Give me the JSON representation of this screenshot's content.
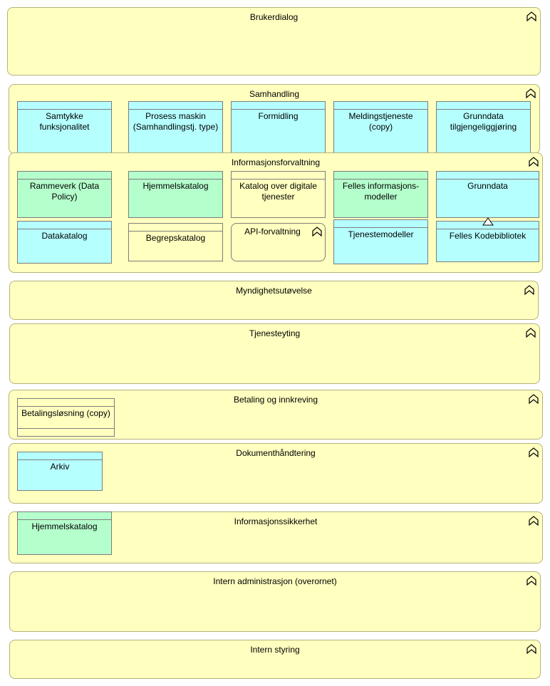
{
  "groups": [
    {
      "title": "Brukerdialog"
    },
    {
      "title": "Samhandling"
    },
    {
      "title": "Informasjonsforvaltning"
    },
    {
      "title": "Myndighetsutøvelse"
    },
    {
      "title": "Tjenesteyting"
    },
    {
      "title": "Betaling og innkreving"
    },
    {
      "title": "Dokumenthåndtering"
    },
    {
      "title": "Informasjonssikkerhet"
    },
    {
      "title": "Intern administrasjon (overornet)"
    },
    {
      "title": "Intern styring"
    }
  ],
  "samhandling": {
    "samtykke": "Samtykke funksjonalitet",
    "prosess": "Prosess maskin (Samhandlingstj. type)",
    "formidling": "Formidling",
    "melding": "Meldingstjeneste (copy)",
    "grunndata_tilgj": "Grunndata tilgjengeliggjøring"
  },
  "informasjonsforvaltning": {
    "rammeverk": "Rammeverk (Data Policy)",
    "hjemmelskatalog": "Hjemmelskatalog",
    "katalog_digitale": "Katalog over digitale tjenester",
    "felles_info": "Felles informasjons-modeller",
    "grunndata": "Grunndata",
    "datakatalog": "Datakatalog",
    "begrepskatalog": "Begrepskatalog",
    "api": "API-forvaltning",
    "tjenestemodeller": "Tjenestemodeller",
    "kodebibliotek": "Felles Kodebibliotek"
  },
  "betaling": {
    "betalingslosning": "Betalingsløsning (copy)"
  },
  "dokument": {
    "arkiv": "Arkiv"
  },
  "sikkerhet": {
    "hjemmelskatalog": "Hjemmelskatalog"
  },
  "colors": {
    "group_fill": "#ffffc0",
    "application_fill": "#b5ffff",
    "data_fill": "#b5ffcc",
    "border": "#7d7d7d"
  },
  "icons": {
    "group": "function-icon"
  }
}
